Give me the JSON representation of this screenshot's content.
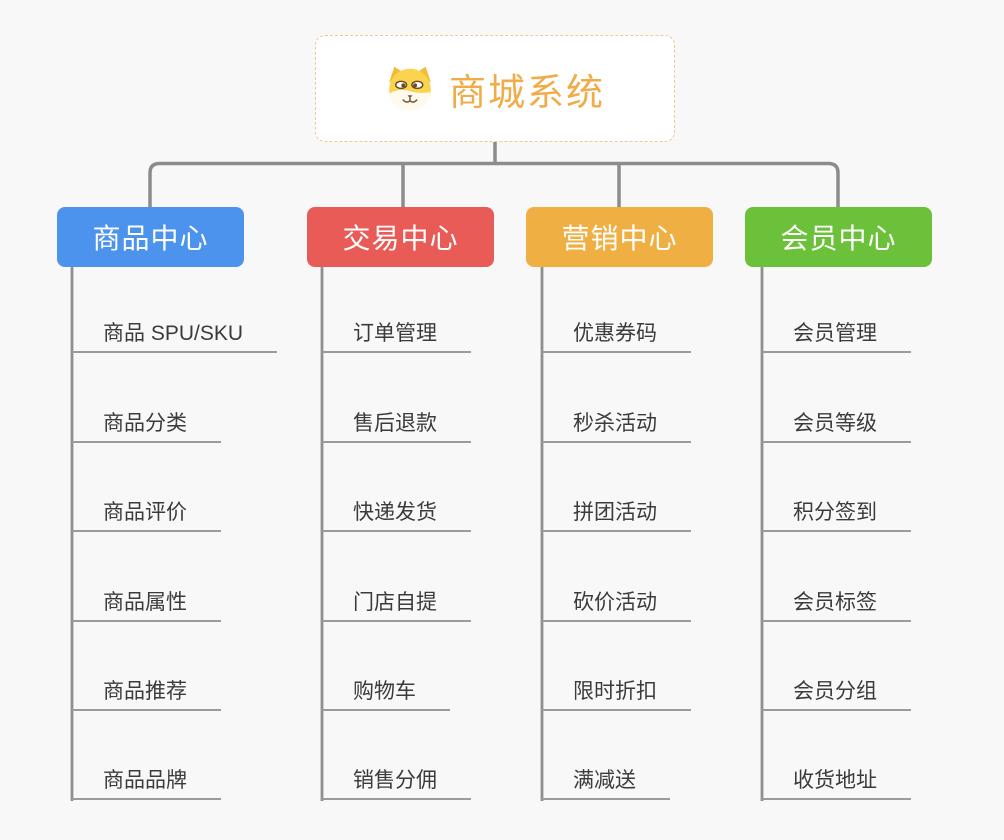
{
  "root": {
    "title": "商城系统",
    "icon": "shiba-dog-icon",
    "title_color": "#F0AC48",
    "border_color": "#F2C888"
  },
  "colors": {
    "background": "#F8F8F8",
    "connector": "#8C8C8C",
    "leaf_underline": "#9B9B9B",
    "leaf_text": "#3B3B3B"
  },
  "branches": [
    {
      "label": "商品中心",
      "color": "#4B93EC",
      "items": [
        "商品 SPU/SKU",
        "商品分类",
        "商品评价",
        "商品属性",
        "商品推荐",
        "商品品牌"
      ]
    },
    {
      "label": "交易中心",
      "color": "#E95B56",
      "items": [
        "订单管理",
        "售后退款",
        "快递发货",
        "门店自提",
        "购物车",
        "销售分佣"
      ]
    },
    {
      "label": "营销中心",
      "color": "#EFAF43",
      "items": [
        "优惠券码",
        "秒杀活动",
        "拼团活动",
        "砍价活动",
        "限时折扣",
        "满减送"
      ]
    },
    {
      "label": "会员中心",
      "color": "#6BC139",
      "items": [
        "会员管理",
        "会员等级",
        "积分签到",
        "会员标签",
        "会员分组",
        "收货地址"
      ]
    }
  ]
}
